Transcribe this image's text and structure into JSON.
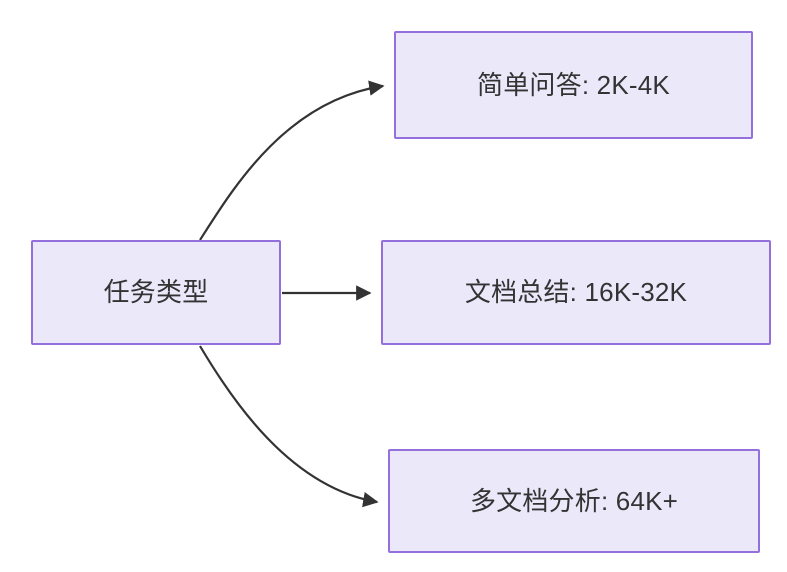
{
  "diagram": {
    "type": "flowchart",
    "direction": "left-to-right",
    "title": "",
    "theme": {
      "node_fill": "#ebe8fa",
      "node_border": "#9370db",
      "text_color": "#333333",
      "edge_color": "#333333",
      "background": "#ffffff"
    },
    "nodes": [
      {
        "id": "task-type",
        "label": "任务类型",
        "role": "root"
      },
      {
        "id": "simple-qa",
        "label": "简单问答: 2K-4K",
        "role": "leaf"
      },
      {
        "id": "doc-summary",
        "label": "文档总结: 16K-32K",
        "role": "leaf"
      },
      {
        "id": "multi-doc",
        "label": "多文档分析: 64K+",
        "role": "leaf"
      }
    ],
    "edges": [
      {
        "id": "edge-root-to-simple-qa",
        "from": "task-type",
        "to": "simple-qa",
        "label": "",
        "style": "curved-arrow"
      },
      {
        "id": "edge-root-to-doc-summary",
        "from": "task-type",
        "to": "doc-summary",
        "label": "",
        "style": "straight-arrow"
      },
      {
        "id": "edge-root-to-multi-doc",
        "from": "task-type",
        "to": "multi-doc",
        "label": "",
        "style": "curved-arrow"
      }
    ]
  }
}
